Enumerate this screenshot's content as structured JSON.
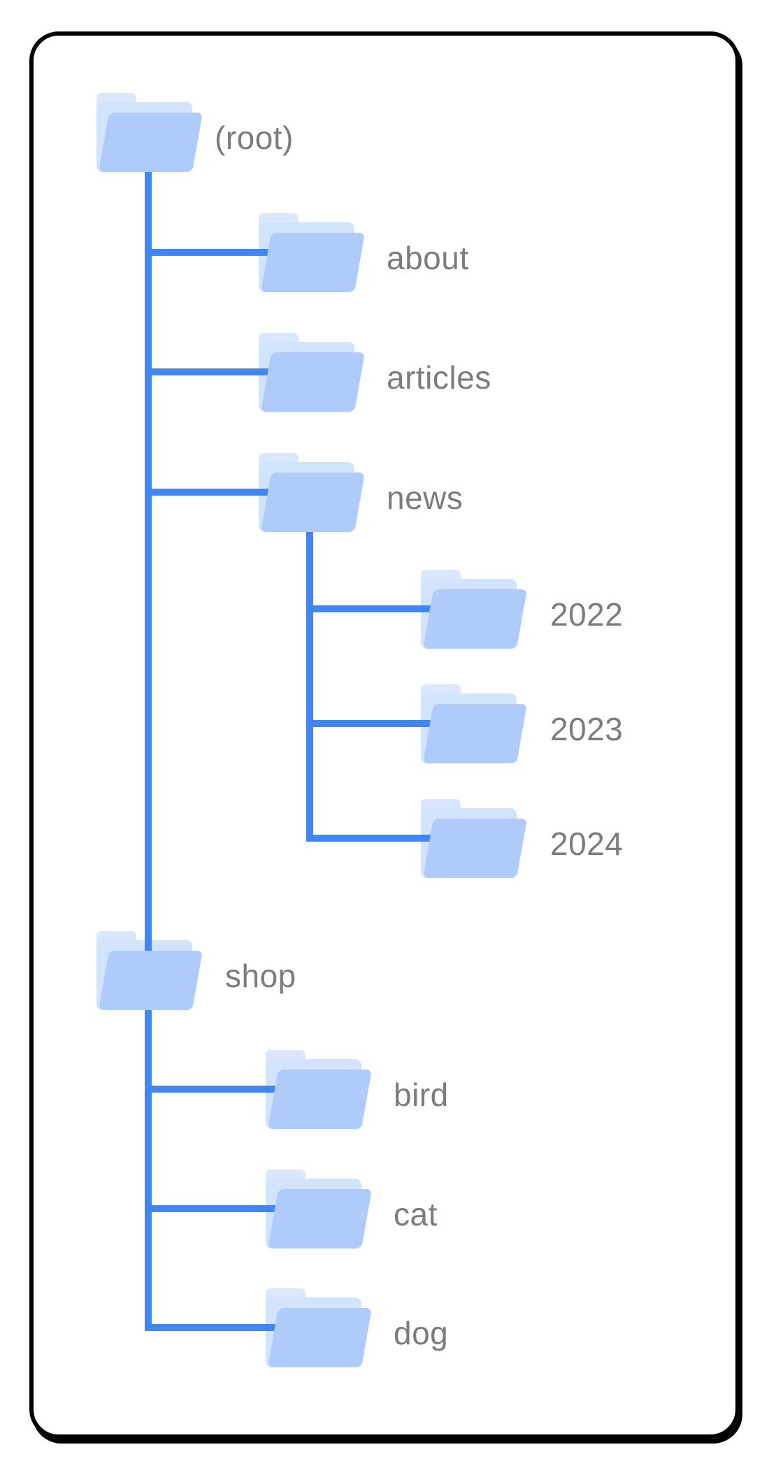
{
  "diagram": {
    "type": "site-structure-folder-tree",
    "nodes": [
      {
        "id": "root",
        "label": "(root)",
        "parent": null,
        "depth": 0
      },
      {
        "id": "about",
        "label": "about",
        "parent": "root",
        "depth": 1
      },
      {
        "id": "articles",
        "label": "articles",
        "parent": "root",
        "depth": 1
      },
      {
        "id": "news",
        "label": "news",
        "parent": "root",
        "depth": 1
      },
      {
        "id": "y2022",
        "label": "2022",
        "parent": "news",
        "depth": 2
      },
      {
        "id": "y2023",
        "label": "2023",
        "parent": "news",
        "depth": 2
      },
      {
        "id": "y2024",
        "label": "2024",
        "parent": "news",
        "depth": 2
      },
      {
        "id": "shop",
        "label": "shop",
        "parent": "root",
        "depth": 1
      },
      {
        "id": "bird",
        "label": "bird",
        "parent": "shop",
        "depth": 2
      },
      {
        "id": "cat",
        "label": "cat",
        "parent": "shop",
        "depth": 2
      },
      {
        "id": "dog",
        "label": "dog",
        "parent": "shop",
        "depth": 2
      }
    ],
    "structure": {
      "root": [
        "about",
        "articles",
        "news",
        "shop"
      ],
      "news": [
        "2022",
        "2023",
        "2024"
      ],
      "shop": [
        "bird",
        "cat",
        "dog"
      ]
    },
    "colors": {
      "connector": "#4285f4",
      "folder_front": "#aecbfa",
      "folder_back": "#d2e3fc",
      "folder_tab": "#dbe7fd",
      "label_text": "#7b7c7f",
      "frame_border": "#000000",
      "background": "#ffffff"
    }
  }
}
